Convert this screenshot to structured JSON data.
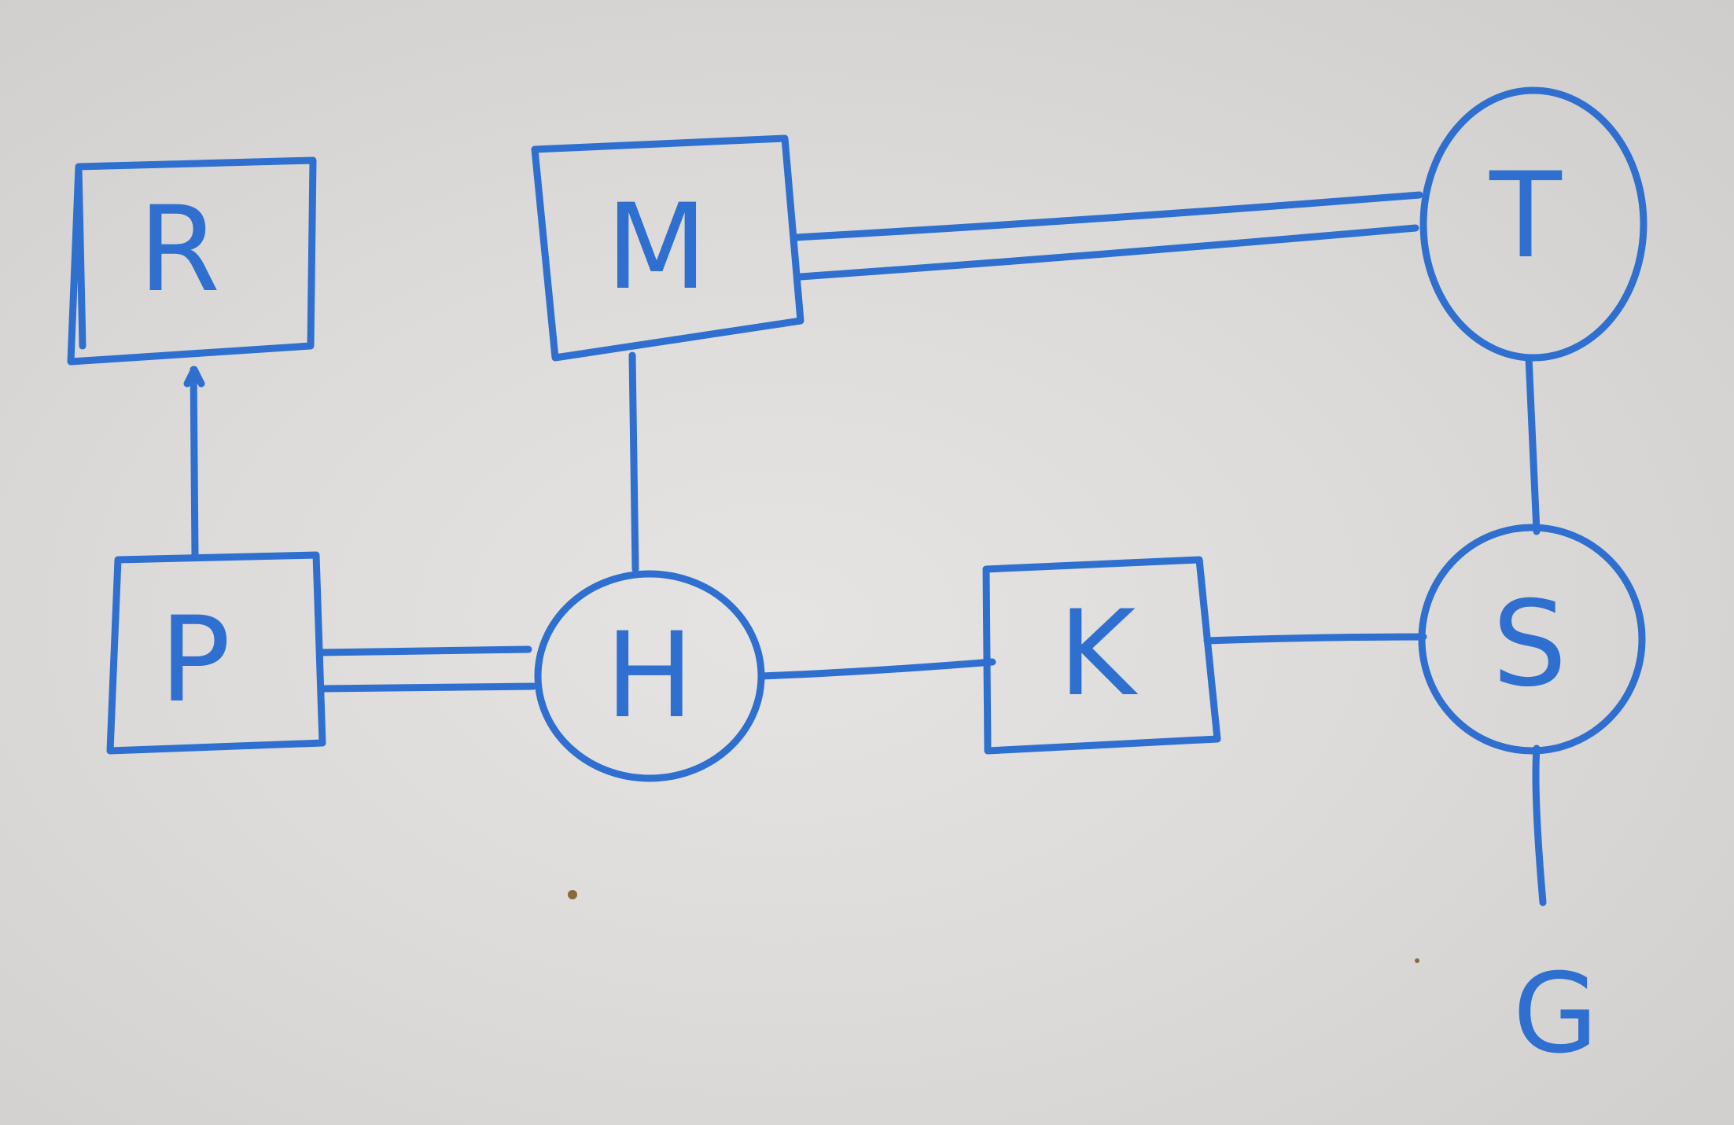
{
  "diagram": {
    "ink_color": "#2f6fcf",
    "paper_color": "#dddbd9",
    "nodes": [
      {
        "id": "R",
        "label": "R",
        "shape": "rectangle"
      },
      {
        "id": "M",
        "label": "M",
        "shape": "rectangle"
      },
      {
        "id": "T",
        "label": "T",
        "shape": "circle"
      },
      {
        "id": "P",
        "label": "P",
        "shape": "rectangle"
      },
      {
        "id": "H",
        "label": "H",
        "shape": "circle"
      },
      {
        "id": "K",
        "label": "K",
        "shape": "rectangle"
      },
      {
        "id": "S",
        "label": "S",
        "shape": "circle"
      },
      {
        "id": "G",
        "label": "G",
        "shape": "none"
      }
    ],
    "edges": [
      {
        "from": "P",
        "to": "R",
        "style": "arrow"
      },
      {
        "from": "M",
        "to": "T",
        "style": "double"
      },
      {
        "from": "M",
        "to": "H",
        "style": "single"
      },
      {
        "from": "P",
        "to": "H",
        "style": "double"
      },
      {
        "from": "H",
        "to": "K",
        "style": "single"
      },
      {
        "from": "K",
        "to": "S",
        "style": "single"
      },
      {
        "from": "T",
        "to": "S",
        "style": "single"
      },
      {
        "from": "S",
        "to": "G",
        "style": "single"
      }
    ]
  }
}
